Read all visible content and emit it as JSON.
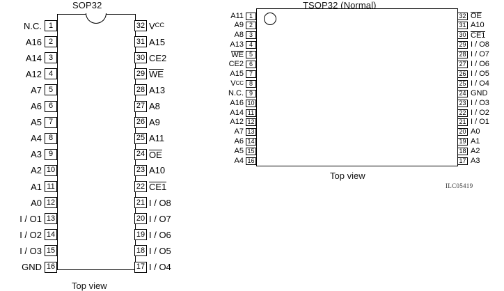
{
  "figure": {
    "reference_code": "ILC05419"
  },
  "packages": [
    {
      "id": "sop32",
      "title": "SOP32",
      "view_label": "Top view",
      "pin_count": 32,
      "left_pins": [
        {
          "number": "1",
          "name": "N.C.",
          "overline": false
        },
        {
          "number": "2",
          "name": "A16",
          "overline": false
        },
        {
          "number": "3",
          "name": "A14",
          "overline": false
        },
        {
          "number": "4",
          "name": "A12",
          "overline": false
        },
        {
          "number": "5",
          "name": "A7",
          "overline": false
        },
        {
          "number": "6",
          "name": "A6",
          "overline": false
        },
        {
          "number": "7",
          "name": "A5",
          "overline": false
        },
        {
          "number": "8",
          "name": "A4",
          "overline": false
        },
        {
          "number": "9",
          "name": "A3",
          "overline": false
        },
        {
          "number": "10",
          "name": "A2",
          "overline": false
        },
        {
          "number": "11",
          "name": "A1",
          "overline": false
        },
        {
          "number": "12",
          "name": "A0",
          "overline": false
        },
        {
          "number": "13",
          "name": "I / O1",
          "overline": false
        },
        {
          "number": "14",
          "name": "I / O2",
          "overline": false
        },
        {
          "number": "15",
          "name": "I / O3",
          "overline": false
        },
        {
          "number": "16",
          "name": "GND",
          "overline": false
        }
      ],
      "right_pins": [
        {
          "number": "32",
          "name": "VCC",
          "overline": false,
          "subscript": "CC",
          "base": "V"
        },
        {
          "number": "31",
          "name": "A15",
          "overline": false
        },
        {
          "number": "30",
          "name": "CE2",
          "overline": false
        },
        {
          "number": "29",
          "name": "WE",
          "overline": true
        },
        {
          "number": "28",
          "name": "A13",
          "overline": false
        },
        {
          "number": "27",
          "name": "A8",
          "overline": false
        },
        {
          "number": "26",
          "name": "A9",
          "overline": false
        },
        {
          "number": "25",
          "name": "A11",
          "overline": false
        },
        {
          "number": "24",
          "name": "OE",
          "overline": true
        },
        {
          "number": "23",
          "name": "A10",
          "overline": false
        },
        {
          "number": "22",
          "name": "CE1",
          "overline": true
        },
        {
          "number": "21",
          "name": "I / O8",
          "overline": false
        },
        {
          "number": "20",
          "name": "I / O7",
          "overline": false
        },
        {
          "number": "19",
          "name": "I / O6",
          "overline": false
        },
        {
          "number": "18",
          "name": "I / O5",
          "overline": false
        },
        {
          "number": "17",
          "name": "I / O4",
          "overline": false
        }
      ]
    },
    {
      "id": "tsop32",
      "title": "TSOP32 (Normal)",
      "view_label": "Top view",
      "pin_count": 32,
      "left_pins": [
        {
          "number": "1",
          "name": "A11",
          "overline": false
        },
        {
          "number": "2",
          "name": "A9",
          "overline": false
        },
        {
          "number": "3",
          "name": "A8",
          "overline": false
        },
        {
          "number": "4",
          "name": "A13",
          "overline": false
        },
        {
          "number": "5",
          "name": "WE",
          "overline": true
        },
        {
          "number": "6",
          "name": "CE2",
          "overline": false
        },
        {
          "number": "7",
          "name": "A15",
          "overline": false
        },
        {
          "number": "8",
          "name": "VCC",
          "overline": false,
          "subscript": "CC",
          "base": "V"
        },
        {
          "number": "9",
          "name": "N.C.",
          "overline": false
        },
        {
          "number": "10",
          "name": "A16",
          "overline": false
        },
        {
          "number": "11",
          "name": "A14",
          "overline": false
        },
        {
          "number": "12",
          "name": "A12",
          "overline": false
        },
        {
          "number": "13",
          "name": "A7",
          "overline": false
        },
        {
          "number": "14",
          "name": "A6",
          "overline": false
        },
        {
          "number": "15",
          "name": "A5",
          "overline": false
        },
        {
          "number": "16",
          "name": "A4",
          "overline": false
        }
      ],
      "right_pins": [
        {
          "number": "32",
          "name": "OE",
          "overline": true
        },
        {
          "number": "31",
          "name": "A10",
          "overline": false
        },
        {
          "number": "30",
          "name": "CE1",
          "overline": true
        },
        {
          "number": "29",
          "name": "I / O8",
          "overline": false
        },
        {
          "number": "28",
          "name": "I / O7",
          "overline": false
        },
        {
          "number": "27",
          "name": "I / O6",
          "overline": false
        },
        {
          "number": "26",
          "name": "I / O5",
          "overline": false
        },
        {
          "number": "25",
          "name": "I / O4",
          "overline": false
        },
        {
          "number": "24",
          "name": "GND",
          "overline": false
        },
        {
          "number": "23",
          "name": "I / O3",
          "overline": false
        },
        {
          "number": "22",
          "name": "I / O2",
          "overline": false
        },
        {
          "number": "21",
          "name": "I / O1",
          "overline": false
        },
        {
          "number": "20",
          "name": "A0",
          "overline": false
        },
        {
          "number": "19",
          "name": "A1",
          "overline": false
        },
        {
          "number": "18",
          "name": "A2",
          "overline": false
        },
        {
          "number": "17",
          "name": "A3",
          "overline": false
        }
      ]
    }
  ]
}
